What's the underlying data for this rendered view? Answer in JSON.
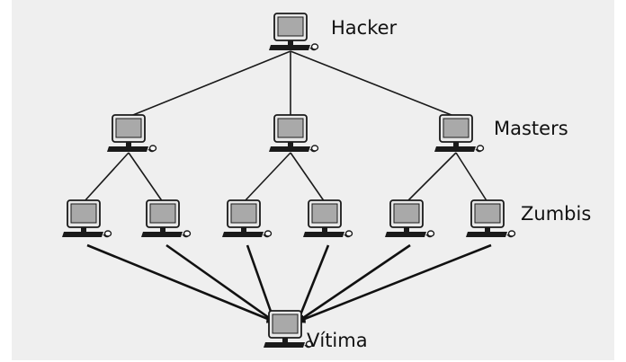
{
  "diagram": {
    "labels": {
      "hacker": "Hacker",
      "masters": "Masters",
      "zombies": "Zumbis",
      "victim": "Vítima"
    },
    "nodes": [
      {
        "id": "hacker",
        "role": "hacker",
        "icon": "computer-icon"
      },
      {
        "id": "master-1",
        "role": "master",
        "icon": "computer-icon"
      },
      {
        "id": "master-2",
        "role": "master",
        "icon": "computer-icon"
      },
      {
        "id": "master-3",
        "role": "master",
        "icon": "computer-icon"
      },
      {
        "id": "zombie-1",
        "role": "zombie",
        "icon": "computer-icon"
      },
      {
        "id": "zombie-2",
        "role": "zombie",
        "icon": "computer-icon"
      },
      {
        "id": "zombie-3",
        "role": "zombie",
        "icon": "computer-icon"
      },
      {
        "id": "zombie-4",
        "role": "zombie",
        "icon": "computer-icon"
      },
      {
        "id": "zombie-5",
        "role": "zombie",
        "icon": "computer-icon"
      },
      {
        "id": "zombie-6",
        "role": "zombie",
        "icon": "computer-icon"
      },
      {
        "id": "victim",
        "role": "victim",
        "icon": "computer-icon"
      }
    ],
    "edges": [
      {
        "from": "hacker",
        "to": "master-1",
        "arrow": false
      },
      {
        "from": "hacker",
        "to": "master-2",
        "arrow": false
      },
      {
        "from": "hacker",
        "to": "master-3",
        "arrow": false
      },
      {
        "from": "master-1",
        "to": "zombie-1",
        "arrow": false
      },
      {
        "from": "master-1",
        "to": "zombie-2",
        "arrow": false
      },
      {
        "from": "master-2",
        "to": "zombie-3",
        "arrow": false
      },
      {
        "from": "master-2",
        "to": "zombie-4",
        "arrow": false
      },
      {
        "from": "master-3",
        "to": "zombie-5",
        "arrow": false
      },
      {
        "from": "master-3",
        "to": "zombie-6",
        "arrow": false
      },
      {
        "from": "zombie-1",
        "to": "victim",
        "arrow": true
      },
      {
        "from": "zombie-2",
        "to": "victim",
        "arrow": true
      },
      {
        "from": "zombie-3",
        "to": "victim",
        "arrow": true
      },
      {
        "from": "zombie-4",
        "to": "victim",
        "arrow": true
      },
      {
        "from": "zombie-5",
        "to": "victim",
        "arrow": true
      },
      {
        "from": "zombie-6",
        "to": "victim",
        "arrow": true
      }
    ],
    "colors": {
      "background": "#efefef",
      "screen": "#a9a9a9",
      "outline": "#1a1a1a"
    }
  }
}
